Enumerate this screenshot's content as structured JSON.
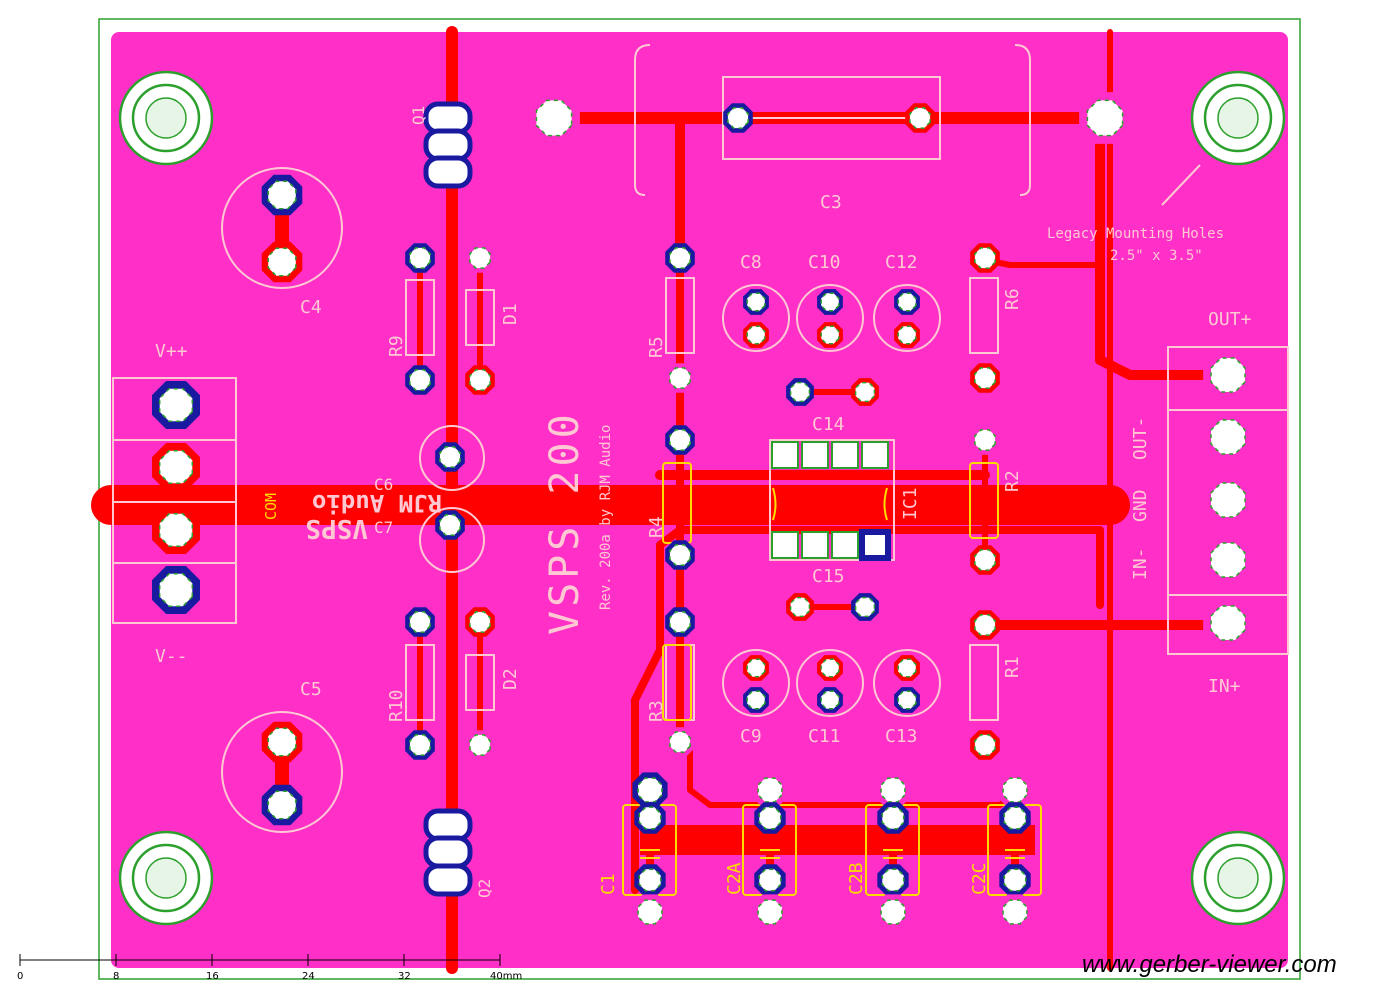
{
  "board": {
    "title": "VSPS 200",
    "revision": "Rev. 200a by RJM Audio",
    "mirrored_title": "VSPS",
    "mirrored_brand": "RJM Audio",
    "mounting_note_1": "Legacy Mounting Holes",
    "mounting_note_2": "2.5\" x 3.5\""
  },
  "components": {
    "Q1": "Q1",
    "Q2": "Q2",
    "C1": "C1",
    "C2A": "C2A",
    "C2B": "C2B",
    "C2C": "C2C",
    "C3": "C3",
    "C4": "C4",
    "C5": "C5",
    "C6": "C6",
    "C7": "C7",
    "C8": "C8",
    "C9": "C9",
    "C10": "C10",
    "C11": "C11",
    "C12": "C12",
    "C13": "C13",
    "C14": "C14",
    "C15": "C15",
    "D1": "D1",
    "D2": "D2",
    "R1": "R1",
    "R2": "R2",
    "R3": "R3",
    "R4": "R4",
    "R5": "R5",
    "R6": "R6",
    "R9": "R9",
    "R10": "R10",
    "IC1": "IC1"
  },
  "connectors": {
    "vpp": "V++",
    "vmm": "V--",
    "com": "COM",
    "out_plus": "OUT+",
    "out_minus": "OUT-",
    "gnd": "GND",
    "in_minus": "IN-",
    "in_plus": "IN+"
  },
  "ruler": {
    "ticks": [
      "0",
      "8",
      "16",
      "24",
      "32",
      "40mm"
    ]
  },
  "watermark": "www.gerber-viewer.com",
  "colors": {
    "board": "#ff2fc8",
    "copper": "#ff0000",
    "pad_ring": "#1a1aa0",
    "silk": "#ffc8d2",
    "ref_text": "#ffdc00",
    "outline": "#2ca02c"
  }
}
